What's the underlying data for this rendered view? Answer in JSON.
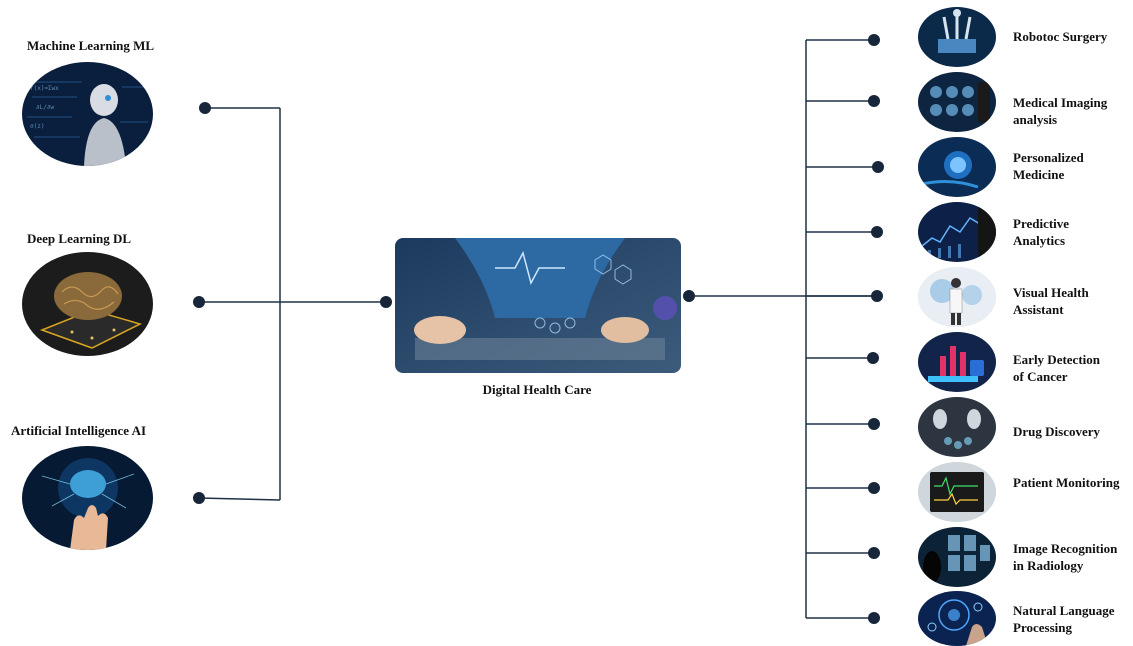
{
  "diagram": {
    "center": {
      "label": "Digital Health Care",
      "image_icon": "doctor-tablet-icon"
    },
    "left_nodes": [
      {
        "label": "Machine Learning ML",
        "image_icon": "robot-ai-icon"
      },
      {
        "label": "Deep Learning DL",
        "image_icon": "brain-chip-icon"
      },
      {
        "label": "Artificial Intelligence AI",
        "image_icon": "hand-brain-icon"
      }
    ],
    "right_nodes": [
      {
        "label": "Robotoc Surgery",
        "image_icon": "robot-arms-icon"
      },
      {
        "label": "Medical Imaging\nanalysis",
        "image_icon": "xray-screens-icon"
      },
      {
        "label": "Personalized\n Medicine",
        "image_icon": "dna-hand-icon"
      },
      {
        "label": "Predictive\nAnalytics",
        "image_icon": "line-chart-icon"
      },
      {
        "label": "Visual Health\n Assistant",
        "image_icon": "doctor-figure-icon"
      },
      {
        "label": "Early Detection\nof Cancer",
        "image_icon": "bar-graph-icon"
      },
      {
        "label": "Drug Discovery",
        "image_icon": "robot-hands-icon"
      },
      {
        "label": "Patient Monitoring",
        "image_icon": "monitor-icon"
      },
      {
        "label": "Image Recognition\n in Radiology",
        "image_icon": "radiology-screens-icon"
      },
      {
        "label": "Natural Language\nProcessing",
        "image_icon": "nlp-hand-icon"
      }
    ],
    "colors": {
      "connector": "#1f3047",
      "dot": "#17263a",
      "image_dark": "#0a1f3d",
      "image_accent": "#2f8fd8"
    }
  }
}
